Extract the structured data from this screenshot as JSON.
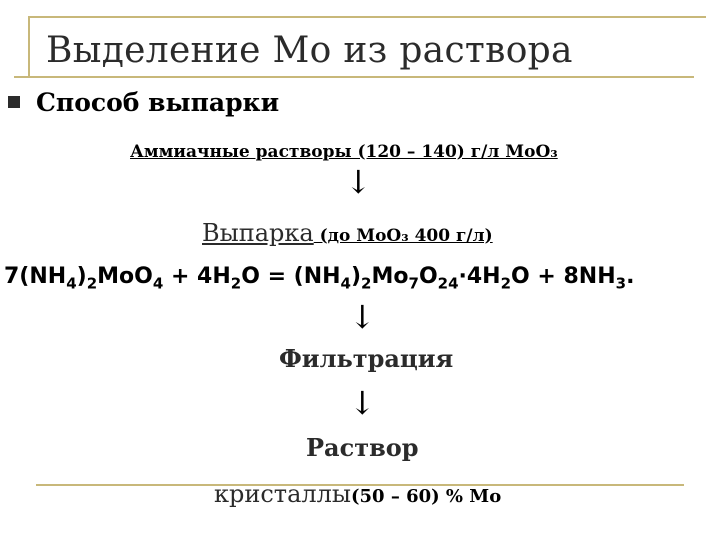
{
  "slide": {
    "title": "Выделение Мо из раствора",
    "method": "Способ выпарки",
    "feed_solution": "Аммиачные растворы  (120 – 140) г/л MoO₃",
    "arrow_glyph": "↓",
    "evaporation": {
      "label": "Выпарка",
      "note": " (до MoO₃ 400 г/л)"
    },
    "equation": {
      "s1": "7(NH",
      "sub1": "4",
      "s2": ")",
      "sub2": "2",
      "s3": "MoO",
      "sub3": "4",
      "s4": " + 4H",
      "sub4": "2",
      "s5": "O = (NH",
      "sub5": "4",
      "s6": ")",
      "sub6": "2",
      "s7": "Mo",
      "sub7": "7",
      "s8": "O",
      "sub8": "24",
      "s9": "·4H",
      "sub9": "2",
      "s10": "O + 8NH",
      "sub10": "3",
      "s11": "."
    },
    "filtration": "Фильтрация",
    "solution": "Раствор",
    "crystals": {
      "label": "кристаллы",
      "yield": "(50 – 60) % Mo"
    }
  },
  "colors": {
    "frame_line": "#c8b87a",
    "text_dark": "#2b2b2b"
  }
}
